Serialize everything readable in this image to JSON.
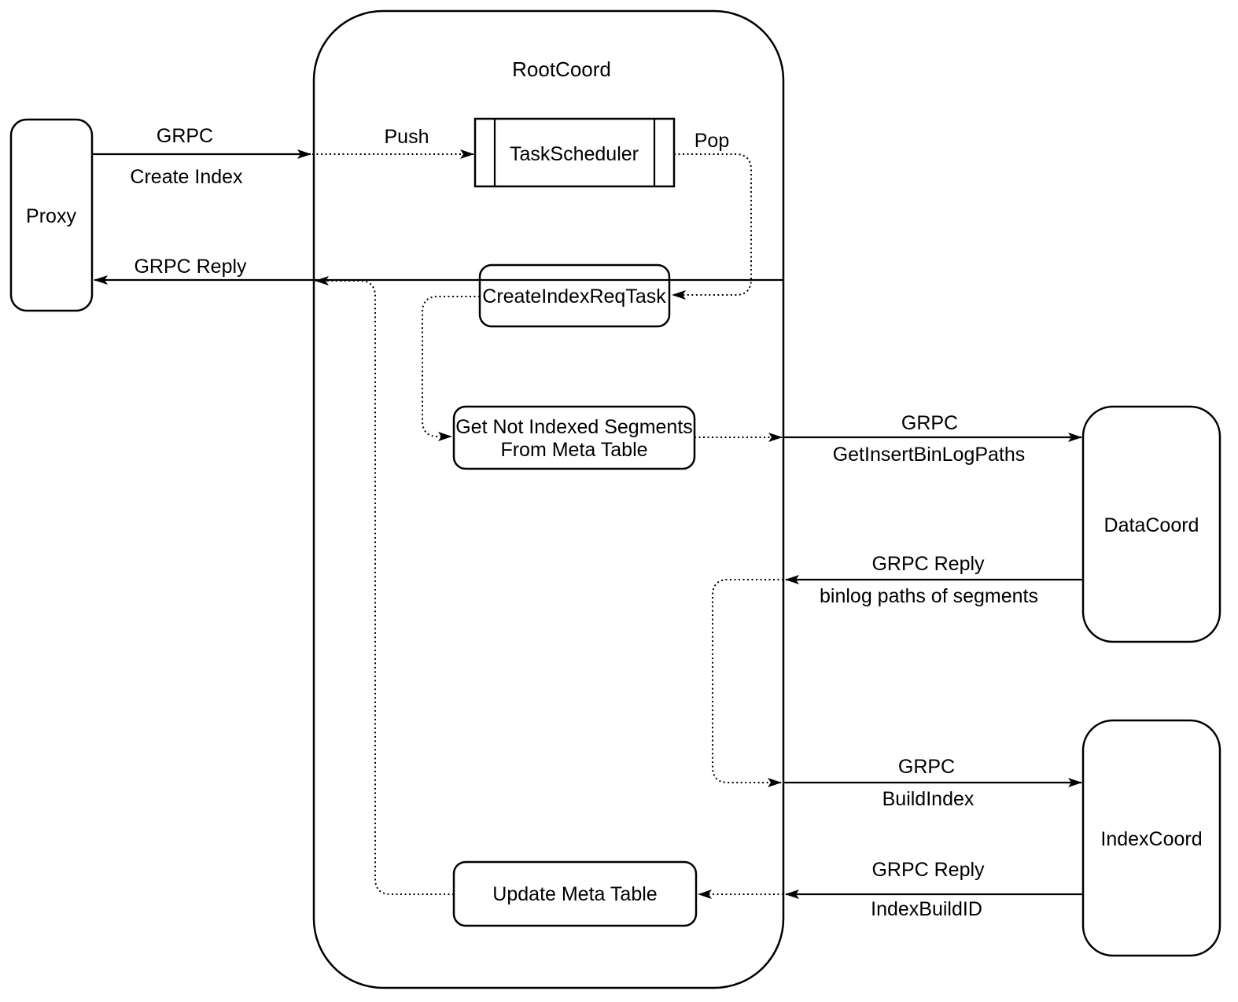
{
  "diagram": {
    "colors": {
      "stroke": "#000000",
      "background": "#ffffff"
    },
    "nodes": {
      "proxy": {
        "label": "Proxy"
      },
      "rootcoord": {
        "label": "RootCoord"
      },
      "task_scheduler": {
        "label": "TaskScheduler"
      },
      "create_index_req_task": {
        "label": "CreateIndexReqTask"
      },
      "get_not_indexed_segments": {
        "label_line1": "Get Not Indexed Segments",
        "label_line2": "From Meta Table"
      },
      "update_meta_table": {
        "label": "Update Meta Table"
      },
      "datacoord": {
        "label": "DataCoord"
      },
      "indexcoord": {
        "label": "IndexCoord"
      }
    },
    "edges": {
      "proxy_to_rootcoord": {
        "label1": "GRPC",
        "label2": "Create Index"
      },
      "rootcoord_to_proxy": {
        "label1": "GRPC Reply"
      },
      "push": {
        "label": "Push"
      },
      "pop": {
        "label": "Pop"
      },
      "rootcoord_to_datacoord": {
        "label1": "GRPC",
        "label2": "GetInsertBinLogPaths"
      },
      "datacoord_to_rootcoord": {
        "label1": "GRPC Reply",
        "label2": "binlog paths of segments"
      },
      "rootcoord_to_indexcoord": {
        "label1": "GRPC",
        "label2": "BuildIndex"
      },
      "indexcoord_to_rootcoord": {
        "label1": "GRPC Reply",
        "label2": "IndexBuildID"
      }
    }
  }
}
